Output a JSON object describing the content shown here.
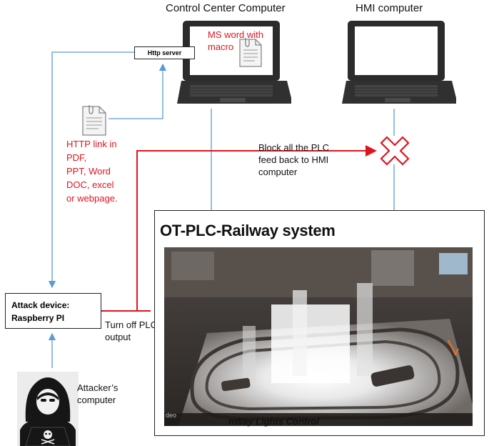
{
  "laptops": {
    "control_center_title": "Control Center Computer",
    "hmi_title": "HMI computer",
    "ms_word_label": "MS word with\nmacro"
  },
  "http_server": {
    "label": "Http server"
  },
  "http_link": {
    "lines": [
      "HTTP link in",
      "PDF,",
      "PPT, Word",
      "DOC, excel",
      "or webpage."
    ]
  },
  "block_note": {
    "lines": [
      "Block all the PLC",
      "feed back to HMI",
      "computer"
    ]
  },
  "attack_device": {
    "line1": "Attack device:",
    "line2": "Raspberry PI"
  },
  "turn_off": {
    "lines": [
      "Turn off PLC",
      "output"
    ]
  },
  "attacker": {
    "lines": [
      "Attacker’s",
      "computer"
    ]
  },
  "ot_system": {
    "title": "OT-PLC-Railway system",
    "photo_caption": "nWay Lights Control",
    "photo_small": "deo"
  },
  "colors": {
    "red": "#e0141e",
    "blue": "#5b9bd5",
    "dark": "#222222"
  },
  "icons": {
    "document": "document-icon",
    "laptop": "laptop-icon",
    "block": "block-x-icon",
    "hacker": "hacker-icon"
  }
}
